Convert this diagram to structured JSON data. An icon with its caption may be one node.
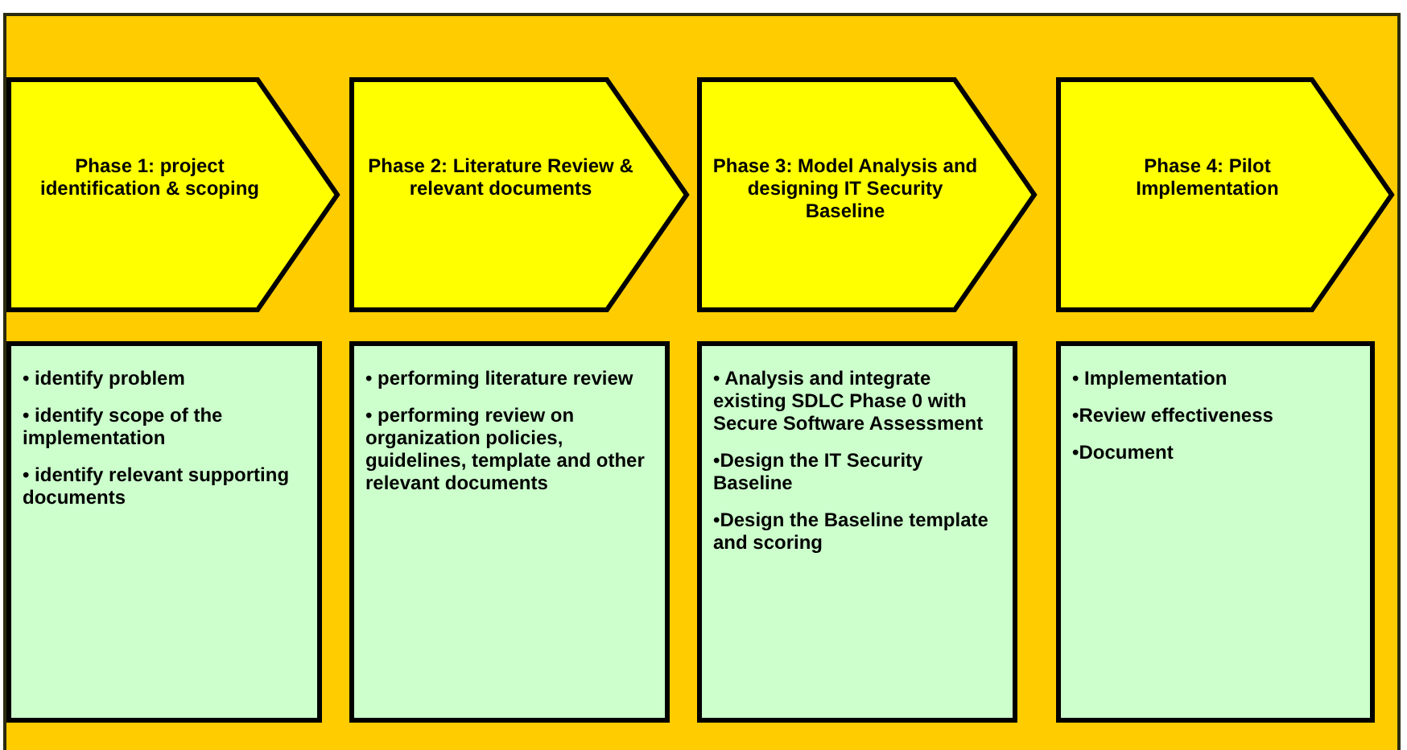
{
  "diagram": {
    "nodes": [
      {
        "text": [],
        "shape": "box"
      },
      {
        "text": [
          "Phase 1: project identification & scoping"
        ],
        "in": 0
      },
      {
        "text": [
          "Phase 2: Literature Review & relevant documents"
        ],
        "in": 0
      },
      {
        "text": [
          "Phase 3: Model Analysis and designing IT Security Baseline"
        ],
        "in": 0
      },
      {
        "text": [
          "Phase 4: Pilot Implementation"
        ],
        "in": 0
      },
      {
        "text": [
          "• identify problem",
          "• identify scope of the implementation",
          "• identify relevant supporting documents"
        ],
        "in": 0
      },
      {
        "text": [
          "• performing literature review",
          "• performing review on organization policies, guidelines, template and other relevant documents"
        ],
        "in": 0
      },
      {
        "text": [
          "• Analysis and integrate existing SDLC Phase 0 with Secure Software Assessment",
          "•Design the IT Security Baseline",
          "•Design the Baseline template and scoring"
        ],
        "in": 0
      },
      {
        "text": [
          "• Implementation",
          "•Review effectiveness",
          "•Document"
        ],
        "in": 0
      }
    ]
  }
}
